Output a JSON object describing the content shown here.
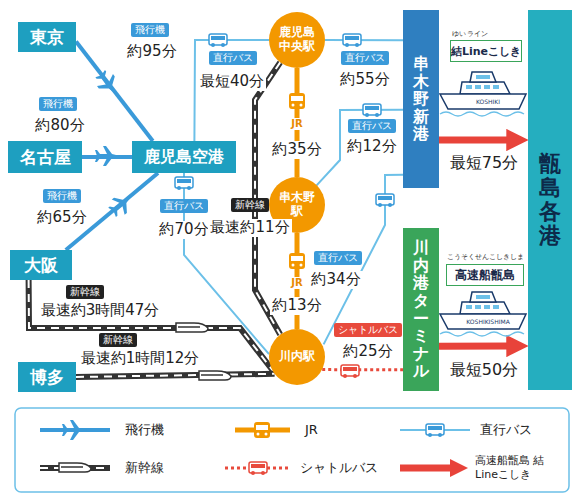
{
  "diagram": {
    "nodes": [
      {
        "text": [
          "東京"
        ]
      },
      {
        "text": [
          "名古屋"
        ]
      },
      {
        "text": [
          "大阪"
        ]
      },
      {
        "text": [
          "博多"
        ]
      },
      {
        "text": [
          "鹿児島空港"
        ]
      },
      {
        "text": [
          "鹿児島中央駅"
        ]
      },
      {
        "text": [
          "串木野駅"
        ]
      },
      {
        "text": [
          "川内駅"
        ]
      },
      {
        "text": [
          "串木野新港"
        ]
      },
      {
        "text": [
          "川内港ターミナル"
        ]
      },
      {
        "text": [
          "甑島各港"
        ]
      },
      {
        "text": [
          "結Lineこしき"
        ]
      },
      {
        "text": [
          "高速船甑島"
        ]
      }
    ],
    "edges": [
      {
        "from": 0,
        "to": 4,
        "arrow": "none",
        "label": "約95分"
      },
      {
        "from": 1,
        "to": 4,
        "arrow": "none",
        "label": "約80分"
      },
      {
        "from": 2,
        "to": 4,
        "arrow": "none",
        "label": "約65分"
      },
      {
        "from": 4,
        "to": 5,
        "arrow": "none",
        "label": "最短40分"
      },
      {
        "from": 4,
        "to": 7,
        "arrow": "none",
        "label": "約70分"
      },
      {
        "from": 5,
        "to": 8,
        "arrow": "none",
        "label": "約55分"
      },
      {
        "from": 5,
        "to": 6,
        "arrow": "none",
        "label": "約35分"
      },
      {
        "from": 6,
        "to": 8,
        "arrow": "none",
        "label": "約12分"
      },
      {
        "from": 6,
        "to": 7,
        "arrow": "none",
        "label": "約13分"
      },
      {
        "from": 5,
        "to": 7,
        "arrow": "none",
        "label": "最速約11分"
      },
      {
        "from": 2,
        "to": 7,
        "arrow": "none",
        "label": "最速約3時間47分"
      },
      {
        "from": 3,
        "to": 7,
        "arrow": "none",
        "label": "最速約1時間12分"
      },
      {
        "from": 7,
        "to": 8,
        "arrow": "none",
        "label": "約34分"
      },
      {
        "from": 7,
        "to": 9,
        "arrow": "none",
        "label": "約25分"
      },
      {
        "from": 8,
        "to": 10,
        "arrow": "to",
        "label": "最短75分"
      },
      {
        "from": 9,
        "to": 10,
        "arrow": "to",
        "label": "最短50分"
      }
    ],
    "labels": [
      "飛行機",
      "飛行機",
      "飛行機",
      "直行バス",
      "直行バス",
      "直行バス",
      "直行バス",
      "直行バス",
      "JR",
      "JR",
      "新幹線",
      "新幹線",
      "新幹線",
      "シャトルバス",
      "ゆい",
      "ライン",
      "こうそくせんこしきしま",
      "KOSHIKI",
      "KOSHIKISHIMA"
    ],
    "legend": [
      {
        "text": "飛行機"
      },
      {
        "text": "JR"
      },
      {
        "text": "直行バス"
      },
      {
        "text": "新幹線"
      },
      {
        "text": "シャトルバス"
      },
      {
        "text": "高速船甑島 結Lineこしき"
      }
    ]
  }
}
